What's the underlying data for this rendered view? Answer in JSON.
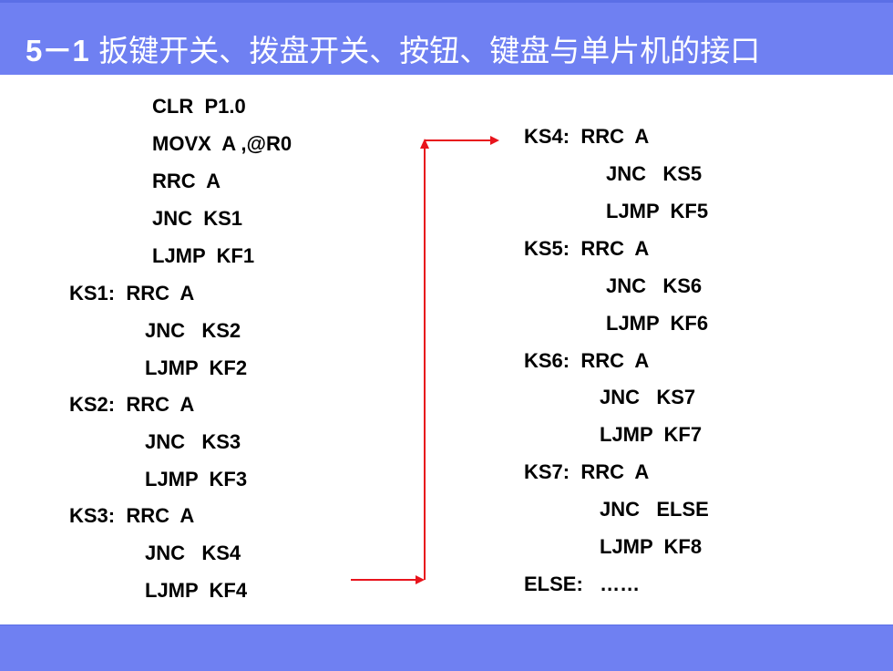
{
  "header": {
    "number": "5－1",
    "title": "扳键开关、拨盘开关、按钮、键盘与单片机的接口"
  },
  "left_code": [
    "CLR  P1.0",
    "MOVX  A ,@R0",
    "RRC  A",
    "JNC  KS1",
    "LJMP  KF1",
    "KS1:  RRC  A",
    "JNC   KS2",
    "LJMP  KF2",
    "KS2:  RRC  A",
    "JNC   KS3",
    "LJMP  KF3",
    "KS3:  RRC  A",
    "JNC   KS4",
    "LJMP  KF4"
  ],
  "right_code": [
    "KS4:  RRC  A",
    "JNC   KS5",
    "LJMP  KF5",
    "KS5:  RRC  A",
    "JNC   KS6",
    "LJMP  KF6",
    "KS6:  RRC  A",
    "JNC   KS7",
    "LJMP  KF7",
    "KS7:  RRC  A",
    "JNC   ELSE",
    "LJMP  KF8",
    "ELSE:   ……"
  ],
  "colors": {
    "banner": "#6f80f2",
    "title_text": "#ffffff",
    "arrow": "#e8141c"
  }
}
